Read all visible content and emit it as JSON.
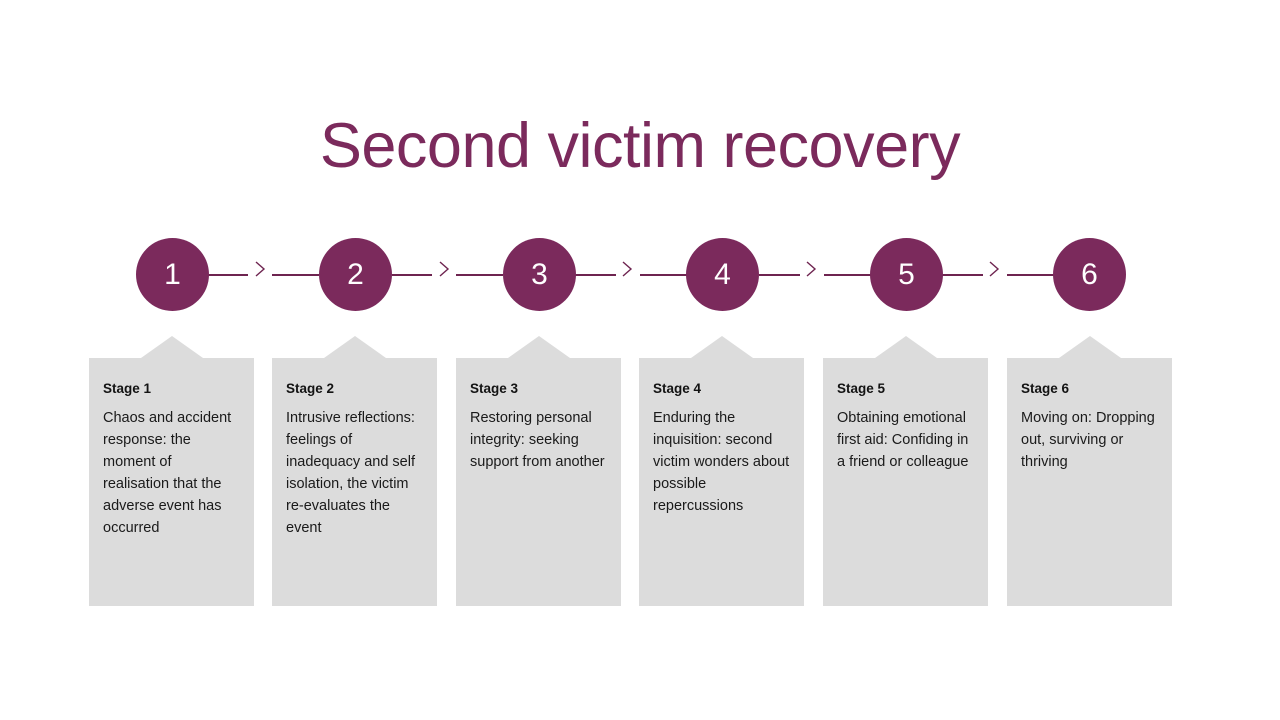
{
  "slide": {
    "title": "Second victim recovery",
    "accent_color": "#7B2A5C",
    "line_color": "#6E2450",
    "card_color": "#DCDCDC",
    "background_color": "#FFFFFF"
  },
  "stages": [
    {
      "number": "1",
      "heading": "Stage 1",
      "text": "Chaos and accident response: the moment of realisation that the adverse event has occurred"
    },
    {
      "number": "2",
      "heading": "Stage 2",
      "text": "Intrusive reflections: feelings of inadequacy and self isolation, the victim re-evaluates the event"
    },
    {
      "number": "3",
      "heading": "Stage 3",
      "text": "Restoring personal integrity: seeking support from another"
    },
    {
      "number": "4",
      "heading": "Stage 4",
      "text": "Enduring the inquisition: second victim wonders about possible repercussions"
    },
    {
      "number": "5",
      "heading": "Stage 5",
      "text": "Obtaining emotional first aid: Confiding in a friend or colleague"
    },
    {
      "number": "6",
      "heading": "Stage 6",
      "text": "Moving on: Dropping out, surviving or thriving"
    }
  ],
  "connectors": [
    {
      "icon": "chevron-right-icon"
    },
    {
      "icon": "chevron-right-icon"
    },
    {
      "icon": "chevron-right-icon"
    },
    {
      "icon": "chevron-right-icon"
    },
    {
      "icon": "chevron-right-icon"
    }
  ]
}
